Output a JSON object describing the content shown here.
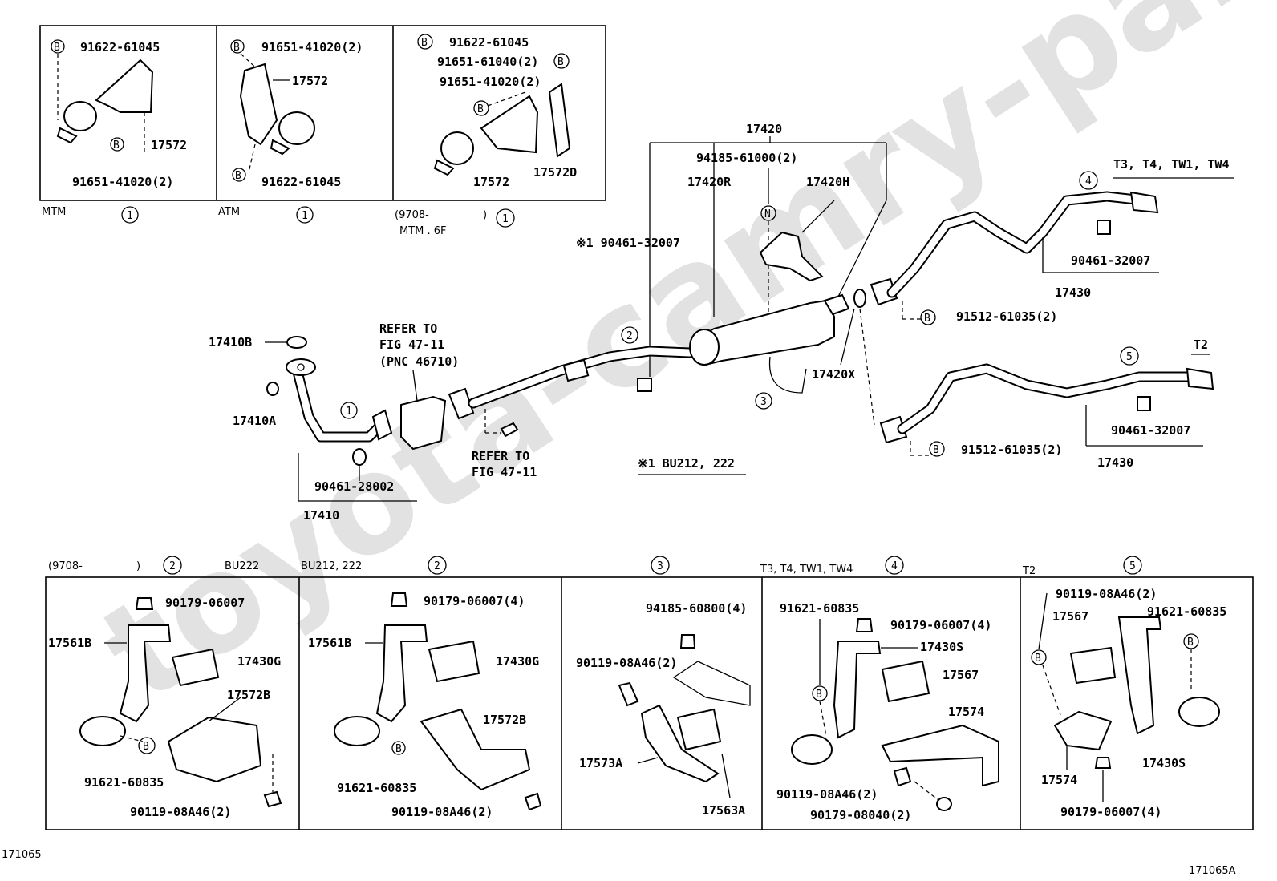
{
  "watermark": "toyota-camry-parts.ru",
  "figure_ids": {
    "left": "171065",
    "right": "171065A"
  },
  "inset_top": {
    "mtm": {
      "caption": "MTM",
      "num": "1",
      "bolt_top": "91622-61045",
      "bracket": "17572",
      "bolt_bot": "91651-41020(2)"
    },
    "atm": {
      "caption": "ATM",
      "num": "1",
      "bolt_top": "91651-41020(2)",
      "bracket": "17572",
      "bolt_bot": "91622-61045"
    },
    "mtm6f": {
      "caption_a": "(9708-",
      "caption_b": ")",
      "caption_c": "MTM . 6F",
      "num": "1",
      "bolt1": "91622-61045",
      "bolt2": "91651-61040(2)",
      "bolt3": "91651-41020(2)",
      "bracket": "17572",
      "bracket_d": "17572D"
    }
  },
  "main": {
    "muffler_assy": "17420",
    "muffler_bolt": "94185-61000(2)",
    "muffler_r": "17420R",
    "muffler_h": "17420H",
    "clamp_note": "※1 90461-32007",
    "gasket": "17420X",
    "note_bu": "※1 BU212, 222",
    "front_pipe": "17410",
    "front_b": "17410B",
    "front_a": "17410A",
    "front_clamp": "90461-28002",
    "refer1": [
      "REFER TO",
      "FIG 47-11",
      "(PNC 46710)"
    ],
    "refer2": [
      "REFER TO",
      "FIG 47-11"
    ],
    "tail_t3": {
      "variant": "T3, T4, TW1, TW4",
      "num": "4",
      "clamp": "90461-32007",
      "pipe": "17430",
      "bolt": "91512-61035(2)"
    },
    "tail_t2": {
      "variant": "T2",
      "num": "5",
      "clamp": "90461-32007",
      "pipe": "17430",
      "bolt": "91512-61035(2)"
    },
    "callouts": [
      "1",
      "2",
      "3",
      "4",
      "5"
    ],
    "bolt_symbol": "B",
    "nut_symbol": "N"
  },
  "inset_bottom": {
    "p1": {
      "caption_a": "(9708-",
      "caption_b": ")",
      "variant": "BU222",
      "num": "2",
      "nut": "90179-06007",
      "hanger": "17561B",
      "mount": "17430G",
      "bracket": "17572B",
      "bolt": "91621-60835",
      "bolt2": "90119-08A46(2)"
    },
    "p2": {
      "variant": "BU212, 222",
      "num": "2",
      "nut": "90179-06007(4)",
      "hanger": "17561B",
      "mount": "17430G",
      "bracket": "17572B",
      "bolt": "91621-60835",
      "bolt2": "90119-08A46(2)"
    },
    "p3": {
      "num": "3",
      "bolt1": "94185-60800(4)",
      "bolt2": "90119-08A46(2)",
      "hanger": "17573A",
      "mount": "17563A"
    },
    "p4": {
      "variant": "T3, T4, TW1, TW4",
      "num": "4",
      "bolt1": "91621-60835",
      "nut": "90179-06007(4)",
      "hanger": "17430S",
      "mount": "17567",
      "bracket": "17574",
      "bolt2": "90119-08A46(2)",
      "nut2": "90179-08040(2)"
    },
    "p5": {
      "variant": "T2",
      "num": "5",
      "bolt1": "90119-08A46(2)",
      "mount": "17567",
      "bolt2": "91621-60835",
      "bracket": "17574",
      "hanger": "17430S",
      "nut": "90179-06007(4)"
    }
  }
}
